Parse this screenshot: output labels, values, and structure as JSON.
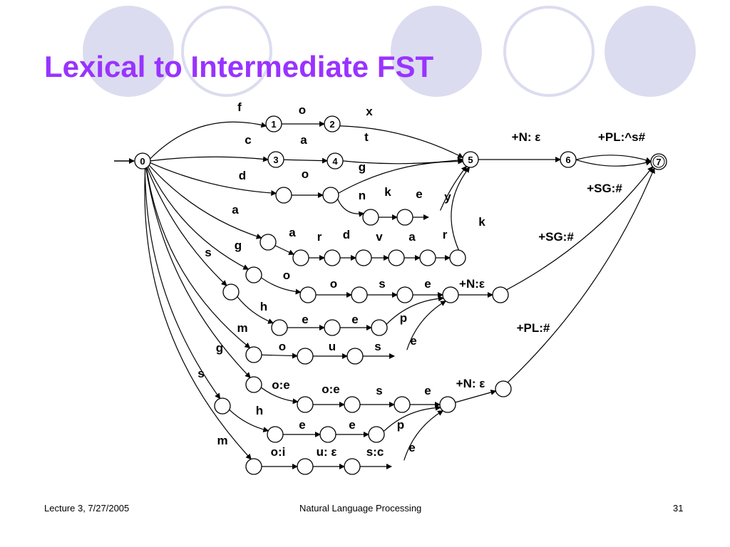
{
  "slide": {
    "title": "Lexical to Intermediate FST",
    "footer_left": "Lecture 3, 7/27/2005",
    "footer_center": "Natural Language Processing",
    "footer_right": "31",
    "title_color": "#9933ff",
    "decor_color": "#dcdcf0"
  },
  "fst": {
    "nodes": [
      {
        "id": "s0",
        "label": "0",
        "start": true
      },
      {
        "id": "s1",
        "label": "1"
      },
      {
        "id": "s2",
        "label": "2"
      },
      {
        "id": "s3",
        "label": "3"
      },
      {
        "id": "s4",
        "label": "4"
      },
      {
        "id": "s5",
        "label": "5"
      },
      {
        "id": "s6",
        "label": "6"
      },
      {
        "id": "s7",
        "label": "7",
        "final": true
      },
      {
        "id": "d1",
        "label": ""
      },
      {
        "id": "d2",
        "label": ""
      },
      {
        "id": "d3",
        "label": ""
      },
      {
        "id": "d4",
        "label": ""
      },
      {
        "id": "a1",
        "label": ""
      },
      {
        "id": "a2",
        "label": ""
      },
      {
        "id": "a3",
        "label": ""
      },
      {
        "id": "a4",
        "label": ""
      },
      {
        "id": "a5",
        "label": ""
      },
      {
        "id": "a6",
        "label": ""
      },
      {
        "id": "a7",
        "label": ""
      },
      {
        "id": "g1",
        "label": ""
      },
      {
        "id": "g2",
        "label": ""
      },
      {
        "id": "g3",
        "label": ""
      },
      {
        "id": "g4",
        "label": ""
      },
      {
        "id": "gj",
        "label": ""
      },
      {
        "id": "gn",
        "label": ""
      },
      {
        "id": "s1a",
        "label": ""
      },
      {
        "id": "sh",
        "label": ""
      },
      {
        "id": "se1",
        "label": ""
      },
      {
        "id": "se2",
        "label": ""
      },
      {
        "id": "m1",
        "label": ""
      },
      {
        "id": "mo",
        "label": ""
      },
      {
        "id": "mu",
        "label": ""
      },
      {
        "id": "ig1",
        "label": ""
      },
      {
        "id": "ig2",
        "label": ""
      },
      {
        "id": "ig3",
        "label": ""
      },
      {
        "id": "ig4",
        "label": ""
      },
      {
        "id": "ij",
        "label": ""
      },
      {
        "id": "in",
        "label": ""
      },
      {
        "id": "is1",
        "label": ""
      },
      {
        "id": "ish",
        "label": ""
      },
      {
        "id": "ise1",
        "label": ""
      },
      {
        "id": "ise2",
        "label": ""
      },
      {
        "id": "im1",
        "label": ""
      },
      {
        "id": "im2",
        "label": ""
      },
      {
        "id": "im3",
        "label": ""
      }
    ],
    "edges": [
      {
        "from": "s0",
        "to": "s1",
        "label": "f"
      },
      {
        "from": "s1",
        "to": "s2",
        "label": "o"
      },
      {
        "from": "s2",
        "to": "s5",
        "label": "x"
      },
      {
        "from": "s0",
        "to": "s3",
        "label": "c"
      },
      {
        "from": "s3",
        "to": "s4",
        "label": "a"
      },
      {
        "from": "s4",
        "to": "s5",
        "label": "t"
      },
      {
        "from": "s0",
        "to": "d1",
        "label": "d"
      },
      {
        "from": "d1",
        "to": "d2",
        "label": "o"
      },
      {
        "from": "d2",
        "to": "s5",
        "label": "g"
      },
      {
        "from": "d2",
        "to": "d3",
        "label": "n"
      },
      {
        "from": "d3",
        "to": "d4",
        "label": "k"
      },
      {
        "from": "d4",
        "to": "s5a",
        "label": "e"
      },
      {
        "from": "s5a",
        "to": "s5",
        "label": "y"
      },
      {
        "from": "s0",
        "to": "a1",
        "label": "a"
      },
      {
        "from": "a1",
        "to": "a2",
        "label": "a"
      },
      {
        "from": "a2",
        "to": "a3",
        "label": "r"
      },
      {
        "from": "a3",
        "to": "a4",
        "label": "d"
      },
      {
        "from": "a4",
        "to": "a5",
        "label": "v"
      },
      {
        "from": "a5",
        "to": "a6",
        "label": "a"
      },
      {
        "from": "a6",
        "to": "a7",
        "label": "r"
      },
      {
        "from": "a7",
        "to": "s5",
        "label": "k"
      },
      {
        "from": "s5",
        "to": "s6",
        "label": "+N: ε"
      },
      {
        "from": "s6",
        "to": "s7",
        "label": "+PL:^s#"
      },
      {
        "from": "s6",
        "to": "s7",
        "label": "+SG:#"
      },
      {
        "from": "s0",
        "to": "g1",
        "label": "g"
      },
      {
        "from": "g1",
        "to": "g2",
        "label": "o"
      },
      {
        "from": "g2",
        "to": "g3",
        "label": "o"
      },
      {
        "from": "g3",
        "to": "g4",
        "label": "s"
      },
      {
        "from": "g4",
        "to": "gj",
        "label": "e"
      },
      {
        "from": "gj",
        "to": "gn",
        "label": "+N:ε"
      },
      {
        "from": "gn",
        "to": "s7",
        "label": "+SG:#"
      },
      {
        "from": "s0",
        "to": "s1a",
        "label": "s"
      },
      {
        "from": "s1a",
        "to": "sh",
        "label": "h"
      },
      {
        "from": "sh",
        "to": "se1",
        "label": "e"
      },
      {
        "from": "se1",
        "to": "se2",
        "label": "e"
      },
      {
        "from": "se2",
        "to": "gj",
        "label": "p"
      },
      {
        "from": "s0",
        "to": "m1",
        "label": "m"
      },
      {
        "from": "m1",
        "to": "mo",
        "label": "o"
      },
      {
        "from": "mo",
        "to": "mu",
        "label": "u"
      },
      {
        "from": "mu",
        "to": "gj2",
        "label": "s"
      },
      {
        "from": "gj2",
        "to": "gj",
        "label": "e"
      },
      {
        "from": "s0",
        "to": "ig1",
        "label": "g"
      },
      {
        "from": "ig1",
        "to": "ig2",
        "label": "o:e"
      },
      {
        "from": "ig2",
        "to": "ig3",
        "label": "o:e"
      },
      {
        "from": "ig3",
        "to": "ig4",
        "label": "s"
      },
      {
        "from": "ig4",
        "to": "ij",
        "label": "e"
      },
      {
        "from": "ij",
        "to": "in",
        "label": "+N: ε"
      },
      {
        "from": "in",
        "to": "s7",
        "label": "+PL:#"
      },
      {
        "from": "s0",
        "to": "is1",
        "label": "s"
      },
      {
        "from": "is1",
        "to": "ish",
        "label": "h"
      },
      {
        "from": "ish",
        "to": "ise1",
        "label": "e"
      },
      {
        "from": "ise1",
        "to": "ise2",
        "label": "e"
      },
      {
        "from": "ise2",
        "to": "ij",
        "label": "p"
      },
      {
        "from": "s0",
        "to": "im1",
        "label": "m"
      },
      {
        "from": "im1",
        "to": "im2",
        "label": "o:i"
      },
      {
        "from": "im2",
        "to": "im3",
        "label": "u: ε"
      },
      {
        "from": "im3",
        "to": "im4",
        "label": "s:c"
      },
      {
        "from": "im4",
        "to": "ij",
        "label": "e"
      }
    ]
  }
}
